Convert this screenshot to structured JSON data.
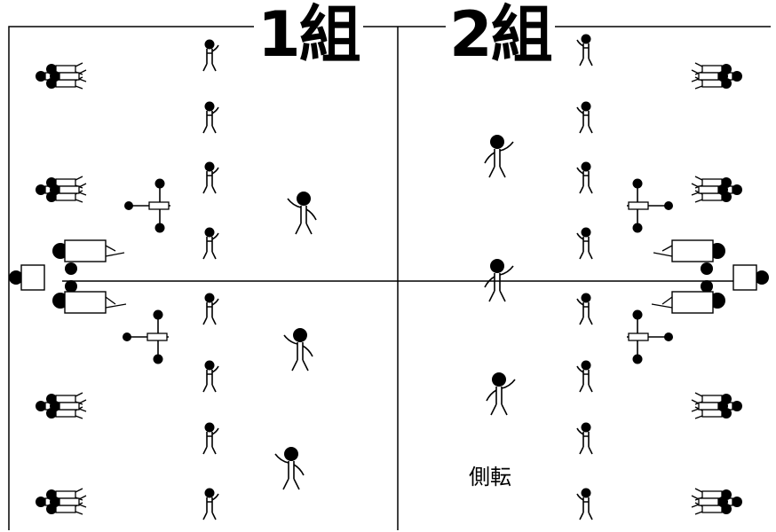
{
  "labels": {
    "group1": "1組",
    "group2": "2組",
    "note": "側転"
  },
  "colors": {
    "ink": "#000000",
    "paper": "#ffffff"
  }
}
